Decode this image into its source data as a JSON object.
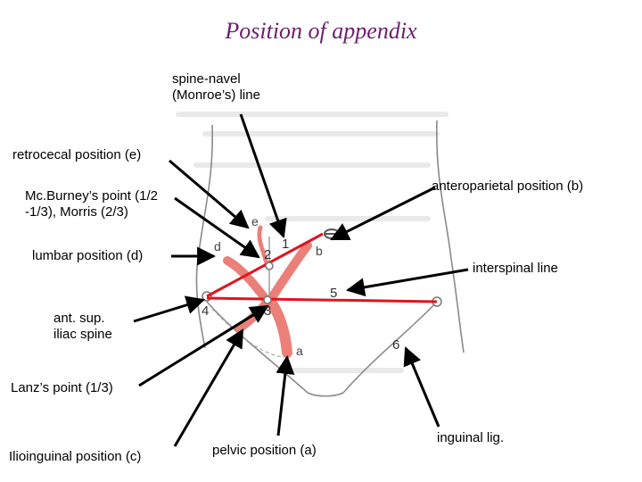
{
  "title": "Position of appendix",
  "labels": {
    "spine_navel_line1": "spine-navel",
    "spine_navel_line2": "(Monroe’s) line",
    "retrocecal": "retrocecal position (e)",
    "mcburney_line1": "Mc.Burney’s point (1/2",
    "mcburney_line2": "-1/3), Morris (2/3)",
    "anteroparietal": "anteroparietal position (b)",
    "lumbar": "lumbar position (d)",
    "interspinal": "interspinal line",
    "asis_line1": "ant. sup.",
    "asis_line2": "iliac spine",
    "lanz": "Lanz’s point (1/3)",
    "ilioinguinal": "Ilioinguinal position (c)",
    "pelvic": "pelvic position (a)",
    "inguinal": "inguinal lig."
  },
  "figure_numbers": [
    "1",
    "2",
    "3",
    "4",
    "5",
    "6"
  ],
  "figure_letters": [
    "a",
    "b",
    "d",
    "e"
  ],
  "colors": {
    "title": "#6b1f6e",
    "line": "#e0141e",
    "appendix": "#e8736a",
    "arrow": "#000000",
    "sketch": "#8a8a8a"
  }
}
